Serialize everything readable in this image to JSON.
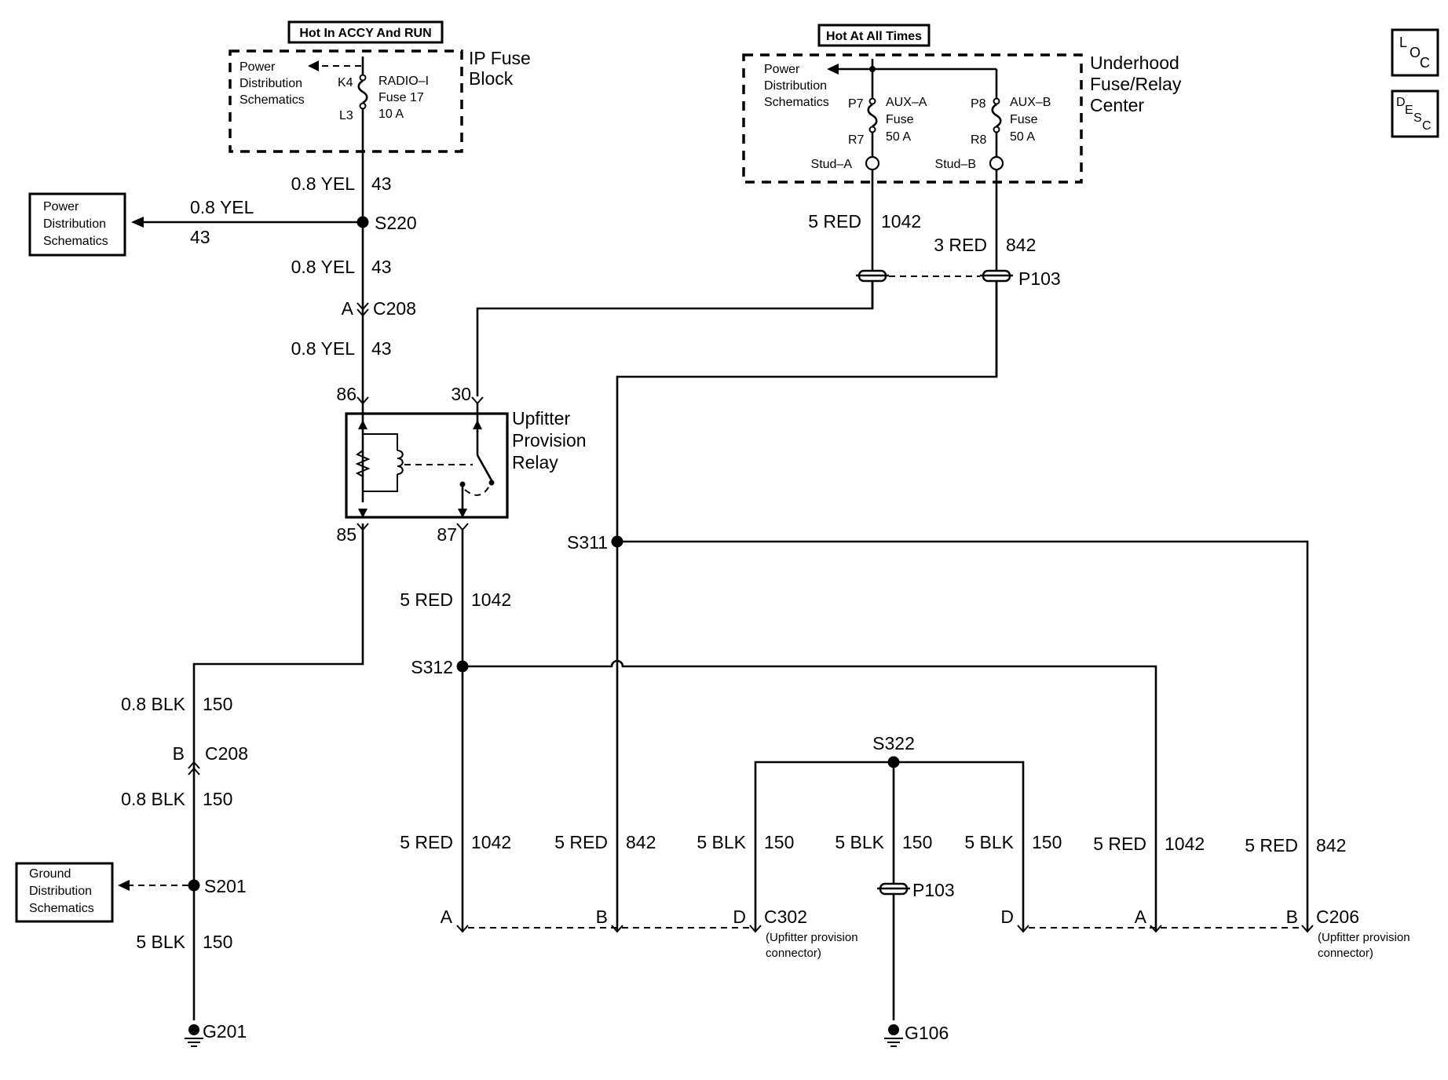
{
  "ip_fuse_block": {
    "hot_label": "Hot In ACCY And RUN",
    "title_line1": "IP Fuse",
    "title_line2": "Block",
    "pds_line1": "Power",
    "pds_line2": "Distribution",
    "pds_line3": "Schematics",
    "pin_in": "K4",
    "pin_out": "L3",
    "fuse_line1": "RADIO–I",
    "fuse_line2": "Fuse 17",
    "fuse_line3": "10 A"
  },
  "underhood": {
    "hot_label": "Hot At All Times",
    "title_line1": "Underhood",
    "title_line2": "Fuse/Relay",
    "title_line3": "Center",
    "pds_line1": "Power",
    "pds_line2": "Distribution",
    "pds_line3": "Schematics",
    "fuse_a": {
      "pin_in": "P7",
      "pin_out": "R7",
      "line1": "AUX–A",
      "line2": "Fuse",
      "line3": "50 A",
      "stud": "Stud–A"
    },
    "fuse_b": {
      "pin_in": "P8",
      "pin_out": "R8",
      "line1": "AUX–B",
      "line2": "Fuse",
      "line3": "50 A",
      "stud": "Stud–B"
    }
  },
  "offpage": {
    "power_left": {
      "line1": "Power",
      "line2": "Distribution",
      "line3": "Schematics"
    },
    "ground_left": {
      "line1": "Ground",
      "line2": "Distribution",
      "line3": "Schematics"
    }
  },
  "wires": {
    "yel_size": "0.8 YEL",
    "yel_circuit": "43",
    "blk08_size": "0.8 BLK",
    "blk5_size": "5 BLK",
    "blk_circuit": "150",
    "red_size": "5 RED",
    "red3_size": "3 RED",
    "red_circuit_1042": "1042",
    "red_circuit_842": "842"
  },
  "splices": {
    "s220": "S220",
    "s311": "S311",
    "s312": "S312",
    "s322": "S322",
    "s201": "S201"
  },
  "connectors": {
    "c208": "C208",
    "c208_pin_a": "A",
    "c208_pin_b": "B",
    "p103_top": "P103",
    "p103_bottom": "P103",
    "c302": "C302",
    "c302_desc_line1": "(Upfitter provision",
    "c302_desc_line2": "connector)",
    "c302_pin_a": "A",
    "c302_pin_b": "B",
    "c302_pin_d": "D",
    "c206": "C206",
    "c206_desc_line1": "(Upfitter provision",
    "c206_desc_line2": "connector)",
    "c206_pin_d": "D",
    "c206_pin_a": "A",
    "c206_pin_b": "B"
  },
  "relay": {
    "title_line1": "Upfitter",
    "title_line2": "Provision",
    "title_line3": "Relay",
    "pin_86": "86",
    "pin_30": "30",
    "pin_85": "85",
    "pin_87": "87"
  },
  "grounds": {
    "g201": "G201",
    "g106": "G106"
  },
  "side_icons": {
    "loc_top": "L",
    "loc_mid": "O",
    "loc_bot": "C",
    "desc_1": "D",
    "desc_2": "E",
    "desc_3": "S",
    "desc_4": "C"
  }
}
